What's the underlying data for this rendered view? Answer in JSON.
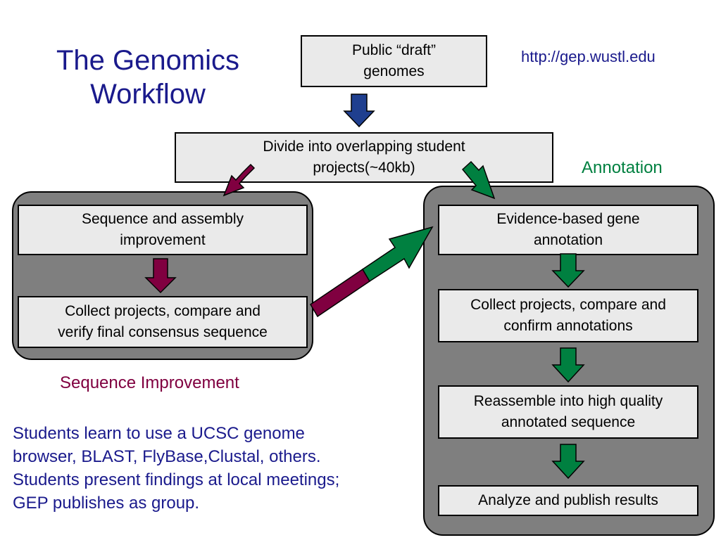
{
  "title": "The Genomics\nWorkflow",
  "url": "http://gep.wustl.edu",
  "boxes": {
    "draft_genomes": "Public “draft”\ngenomes",
    "divide_projects": "Divide into overlapping student\nprojects(~40kb)",
    "seq_assembly": "Sequence and assembly\nimprovement",
    "collect_consensus": "Collect projects, compare and\nverify final consensus sequence",
    "evidence_annotation": "Evidence-based gene\nannotation",
    "collect_annotations": "Collect projects, compare and\nconfirm annotations",
    "reassemble": "Reassemble into high quality\nannotated sequence",
    "analyze_publish": "Analyze and publish results"
  },
  "groups": {
    "sequence_improvement_label": "Sequence Improvement",
    "annotation_label": "Annotation"
  },
  "note": "Students learn to use a UCSC genome\nbrowser, BLAST, FlyBase,Clustal, others.\nStudents present findings at local meetings;\nGEP publishes as group.",
  "colors": {
    "title_blue": "#1a1a8c",
    "maroon": "#800040",
    "green": "#008040",
    "arrow_blue": "#1f3f8f",
    "panel_gray": "#7f7f7f",
    "box_fill": "#eaeaea"
  }
}
